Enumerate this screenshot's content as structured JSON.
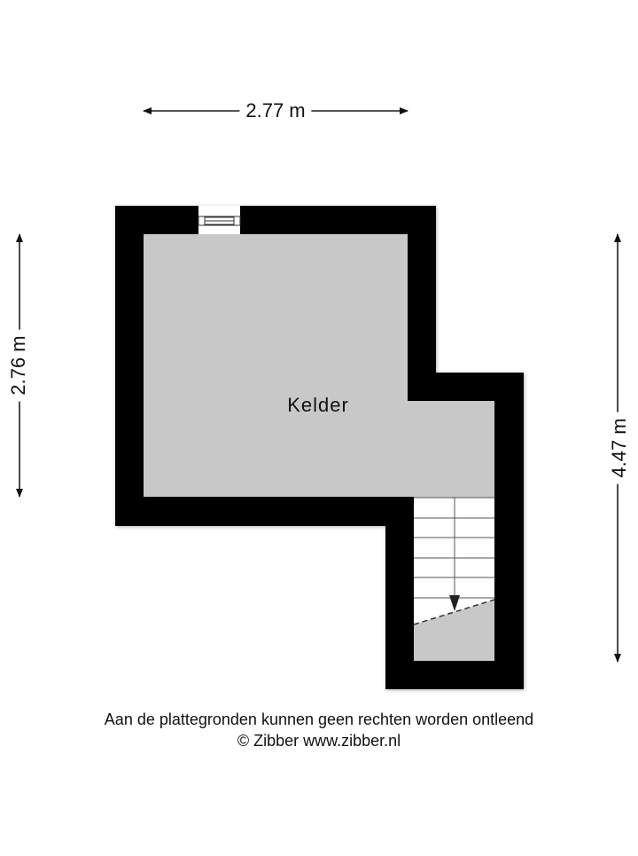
{
  "floorplan": {
    "dimensions": {
      "width_top": "2.77 m",
      "height_left": "2.76 m",
      "height_right": "4.47 m"
    },
    "rooms": [
      {
        "name": "Kelder"
      }
    ],
    "features": {
      "window": "top wall window",
      "stairs": "staircase with down arrow"
    },
    "colors": {
      "wall": "#000000",
      "floor": "#c8c8c8",
      "background": "#ffffff",
      "stairs": "#ffffff"
    }
  },
  "footer": {
    "disclaimer": "Aan de plattegronden kunnen geen rechten worden ontleend",
    "copyright": "© Zibber www.zibber.nl"
  }
}
